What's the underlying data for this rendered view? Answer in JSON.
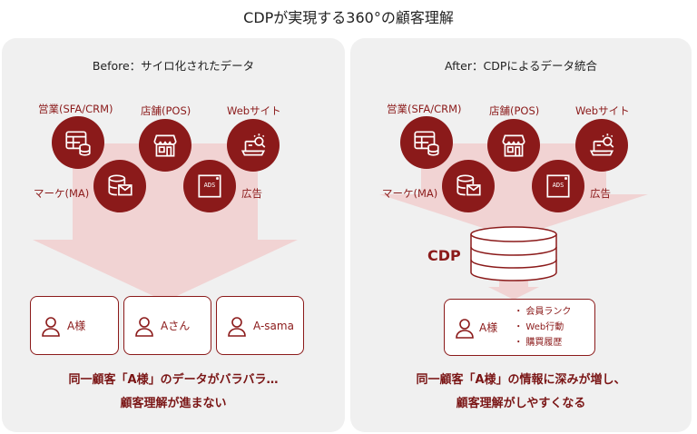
{
  "title": "CDPが実現する360°の顧客理解",
  "colors": {
    "accent": "#8b1a1a",
    "arrow": "#f1d3d3",
    "panel": "#f0f0f0"
  },
  "before": {
    "heading": "Before：サイロ化されたデータ",
    "sources": [
      "営業(SFA/CRM)",
      "店舗(POS)",
      "Webサイト",
      "マーケ(MA)",
      "広告"
    ],
    "ads_text": "ADS",
    "customers": [
      "A様",
      "Aさん",
      "A-sama"
    ],
    "message": [
      "同一顧客「A様」のデータがバラバラ…",
      "顧客理解が進まない"
    ]
  },
  "after": {
    "heading": "After：CDPによるデータ統合",
    "sources": [
      "営業(SFA/CRM)",
      "店舗(POS)",
      "Webサイト",
      "マーケ(MA)",
      "広告"
    ],
    "ads_text": "ADS",
    "cdp_label": "CDP",
    "customer": "A様",
    "attributes": [
      "会員ランク",
      "Web行動",
      "購買履歴"
    ],
    "message": [
      "同一顧客「A様」の情報に深みが増し、",
      "顧客理解がしやすくなる"
    ]
  }
}
